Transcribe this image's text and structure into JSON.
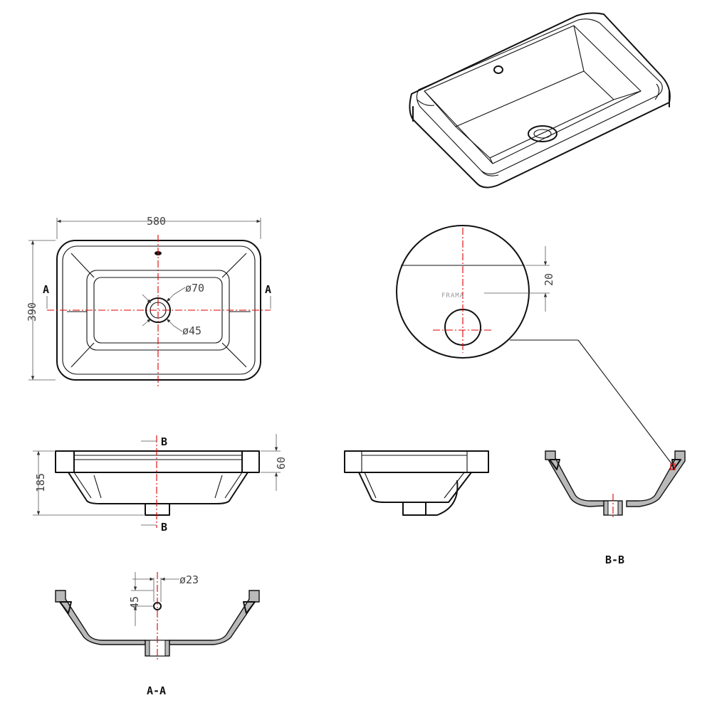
{
  "dimensions": {
    "width": "580",
    "depth": "390",
    "outlet_outer": "ø70",
    "outlet_inner": "ø45",
    "height": "185",
    "rim": "60",
    "detail_offset": "20",
    "overflow_diameter": "ø23",
    "overflow_height": "45"
  },
  "labels": {
    "section_a": "A",
    "section_b": "B",
    "section_a_title": "A-A",
    "section_b_title": "B-B",
    "brand_mark": "FRAMA"
  },
  "colors": {
    "outline": "#111111",
    "centerline": "#e00000",
    "dimension": "#555555",
    "hatch": "#b9b9b9"
  }
}
